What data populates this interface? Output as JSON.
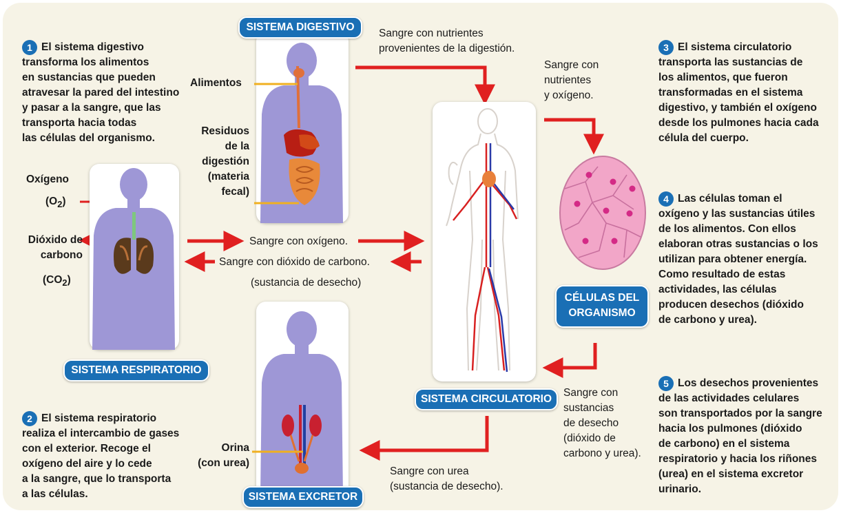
{
  "step1": {
    "num": "1",
    "text": "El sistema digestivo\ntransforma los alimentos\nen sustancias que pueden\natravesar la pared del intestino\ny pasar a la sangre, que las\ntransporta hacia todas\nlas células del organismo."
  },
  "step2": {
    "num": "2",
    "text": "El sistema respiratorio\nrealiza el intercambio de gases\ncon el exterior. Recoge el\noxígeno del aire y lo cede\na la sangre, que lo transporta\na las células."
  },
  "step3": {
    "num": "3",
    "text": "El sistema circulatorio\ntransporta las sustancias de\nlos alimentos, que fueron\ntransformadas en el sistema\ndigestivo, y también el oxígeno\ndesde los pulmones hacia cada\ncélula del cuerpo."
  },
  "step4": {
    "num": "4",
    "text": "Las células toman el\noxígeno y las sustancias útiles\nde los alimentos. Con ellos\nelaboran otras sustancias o los\nutilizan para obtener energía.\nComo resultado de estas\nactividades, las células\nproducen desechos (dióxido\nde carbono y urea)."
  },
  "step5": {
    "num": "5",
    "text": "Los desechos provenientes\nde las actividades celulares\nson transportados por la sangre\nhacia los pulmones (dióxido\nde carbono) en el sistema\nrespiratorio y hacia los riñones\n(urea) en el sistema excretor\nurinario."
  },
  "labels": {
    "digestivo": "SISTEMA DIGESTIVO",
    "respiratorio": "SISTEMA RESPIRATORIO",
    "excretor": "SISTEMA EXCRETOR",
    "circulatorio": "SISTEMA CIRCULATORIO",
    "celulas": "CÉLULAS DEL\nORGANISMO"
  },
  "digestive_parts": {
    "alimentos": "Alimentos",
    "residuos": "Residuos\nde la\ndigestión\n(materia\nfecal)"
  },
  "respiratory_parts": {
    "oxigeno": "Oxígeno",
    "o2_prefix": "(O",
    "o2_sub": "2",
    "o2_suffix": ")",
    "dioxido": "Dióxido de\ncarbono",
    "co2_prefix": "(CO",
    "co2_sub": "2",
    "co2_suffix": ")"
  },
  "excretor_parts": {
    "orina": "Orina\n(con urea)"
  },
  "flows": {
    "nutrientes": "Sangre con nutrientes\nprovenientes de la digestión.",
    "nutrientes_oxigeno": "Sangre con\nnutrientes\ny oxígeno.",
    "con_oxigeno": "Sangre con oxígeno.",
    "con_dioxido": "Sangre con dióxido de carbono.",
    "sustancia_desecho_1": "(sustancia de desecho)",
    "desechos": "Sangre con\nsustancias\nde desecho\n(dióxido de\ncarbono y urea).",
    "con_urea": "Sangre con urea\n(sustancia de desecho)."
  },
  "colors": {
    "label_blue": "#1a6fb5",
    "arrow_red": "#e02020",
    "pointer_yellow": "#f0b020",
    "body_purple": "#9e97d6",
    "cell_pink": "#f2a6c8"
  }
}
